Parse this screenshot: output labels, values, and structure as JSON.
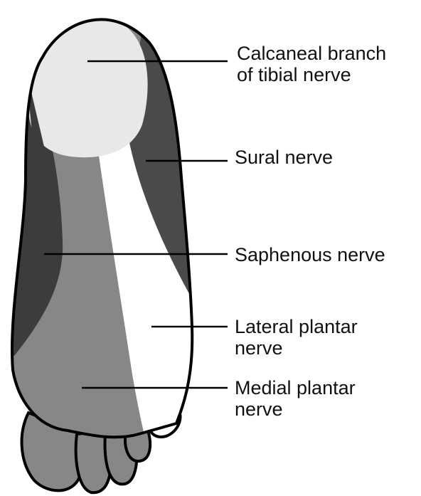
{
  "labels": {
    "calcaneal_line1": "Calcaneal branch",
    "calcaneal_line2": "of tibial nerve",
    "sural": "Sural nerve",
    "saphenous": "Saphenous nerve",
    "lateral_line1": "Lateral plantar",
    "lateral_line2": "nerve",
    "medial_line1": "Medial plantar",
    "medial_line2": "nerve"
  },
  "colors": {
    "calcaneal_region": "#e8e8e8",
    "sural_region": "#4a4a4a",
    "saphenous_region": "#3c3c3c",
    "lateral_plantar_region": "#ffffff",
    "medial_plantar_region": "#878787",
    "outline": "#000000"
  }
}
